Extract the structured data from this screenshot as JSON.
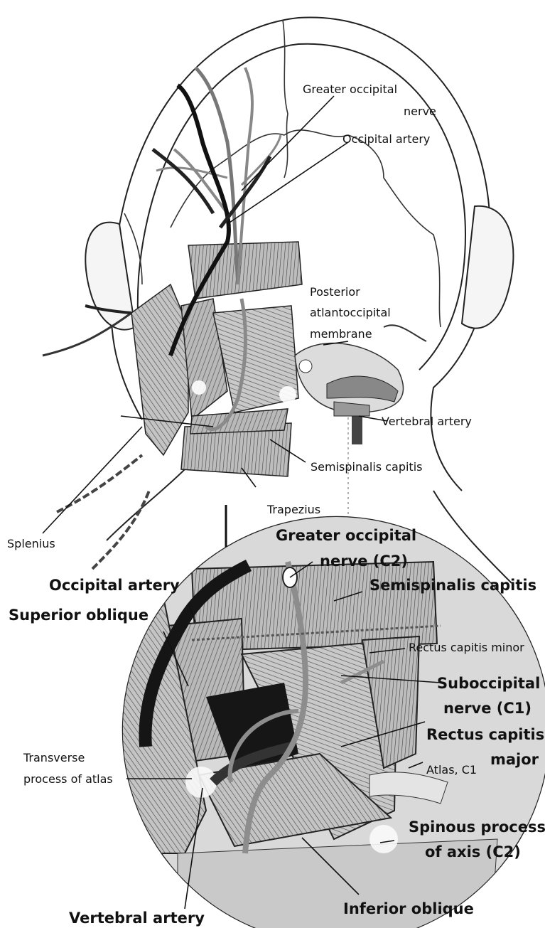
{
  "upper_view": {
    "labels": {
      "greater_occipital_nerve": [
        "Greater occipital",
        "nerve"
      ],
      "occipital_artery": "Occipital artery",
      "posterior_atlantooccipital_membrane": [
        "Posterior",
        "atlantoccipital",
        "membrane"
      ],
      "vertebral_artery": "Vertebral artery",
      "semispinalis_capitis": "Semispinalis capitis",
      "trapezius": "Trapezius",
      "splenius": "Splenius"
    }
  },
  "detail_view": {
    "labels": {
      "greater_occipital_nerve_c2": [
        "Greater occipital",
        "nerve (C2)"
      ],
      "occipital_artery": "Occipital artery",
      "semispinalis_capitis": "Semispinalis capitis",
      "superior_oblique": "Superior oblique",
      "rectus_capitis_minor": "Rectus capitis minor",
      "suboccipital_nerve_c1": [
        "Suboccipital",
        "nerve (C1)"
      ],
      "rectus_capitis_major": [
        "Rectus capitis",
        "major"
      ],
      "atlas_c1": "Atlas, C1",
      "transverse_process_of_atlas": [
        "Transverse",
        "process of atlas"
      ],
      "spinous_process_of_axis_c2": [
        "Spinous process",
        "of axis (C2)"
      ],
      "vertebral_artery": "Vertebral artery",
      "inferior_oblique": "Inferior oblique"
    }
  }
}
